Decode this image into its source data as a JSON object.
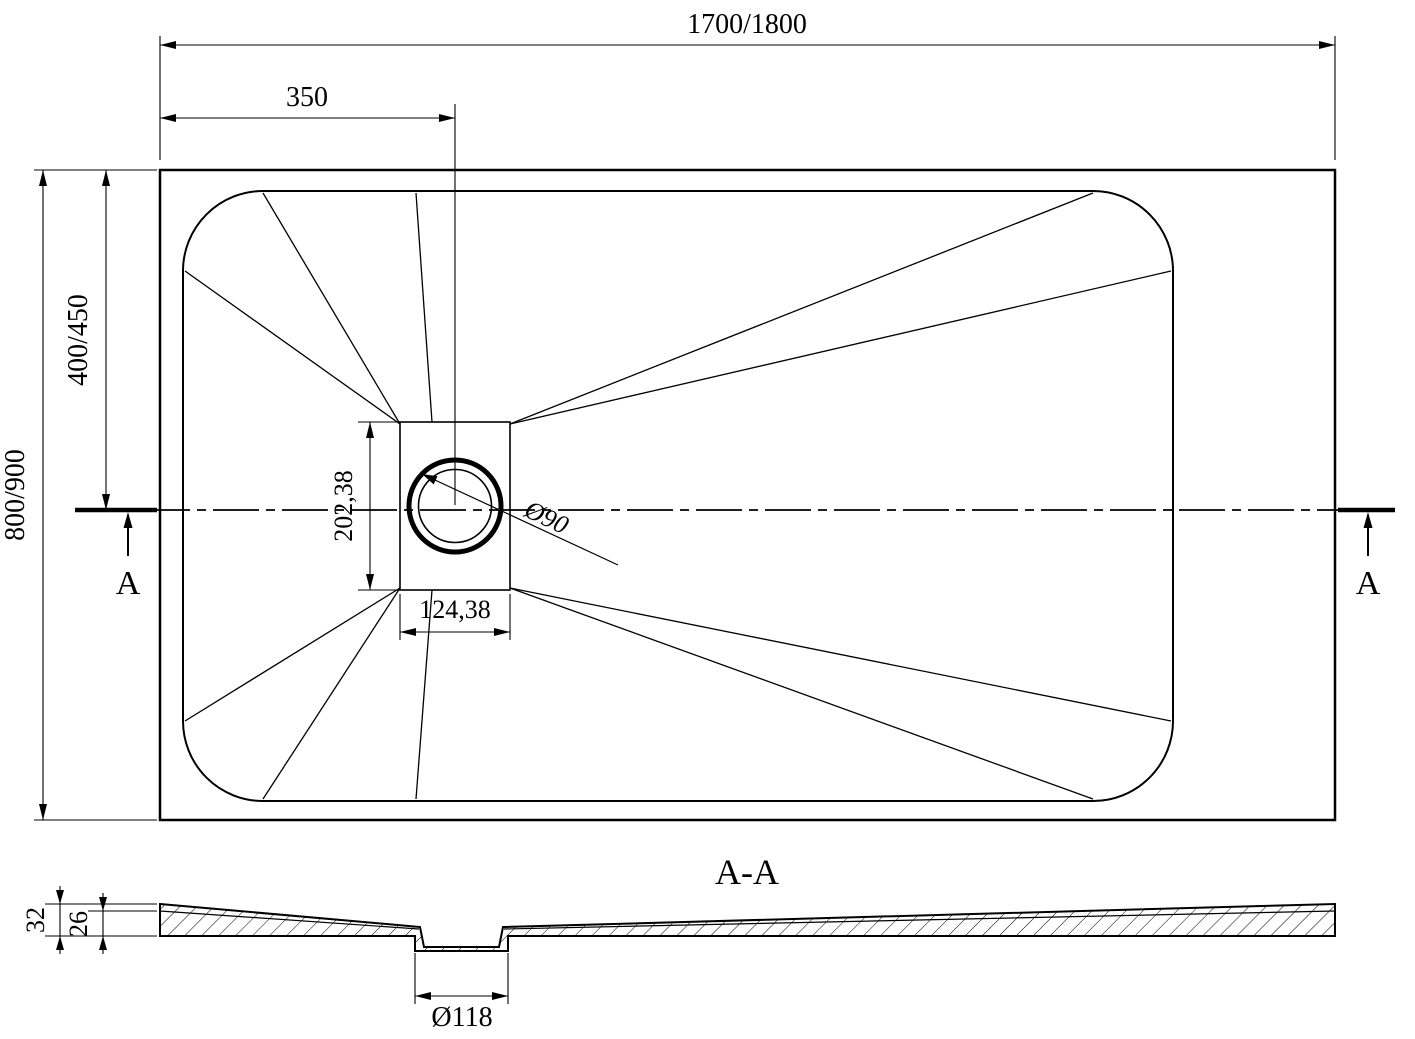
{
  "colors": {
    "line": "#000000",
    "background": "#ffffff"
  },
  "top_view": {
    "dim_length": "1700/1800",
    "dim_drain_from_left": "350",
    "dim_width": "800/900",
    "dim_center_from_top": "400/450",
    "dim_drain_plate_length": "202,38",
    "dim_drain_plate_width": "124,38",
    "dim_drain_diameter": "Ø90",
    "section_label_left": "A",
    "section_label_right": "A"
  },
  "section_view": {
    "title": "A-A",
    "dim_height_total": "32",
    "dim_height_inner": "26",
    "dim_drain_recess_diameter": "Ø118"
  }
}
